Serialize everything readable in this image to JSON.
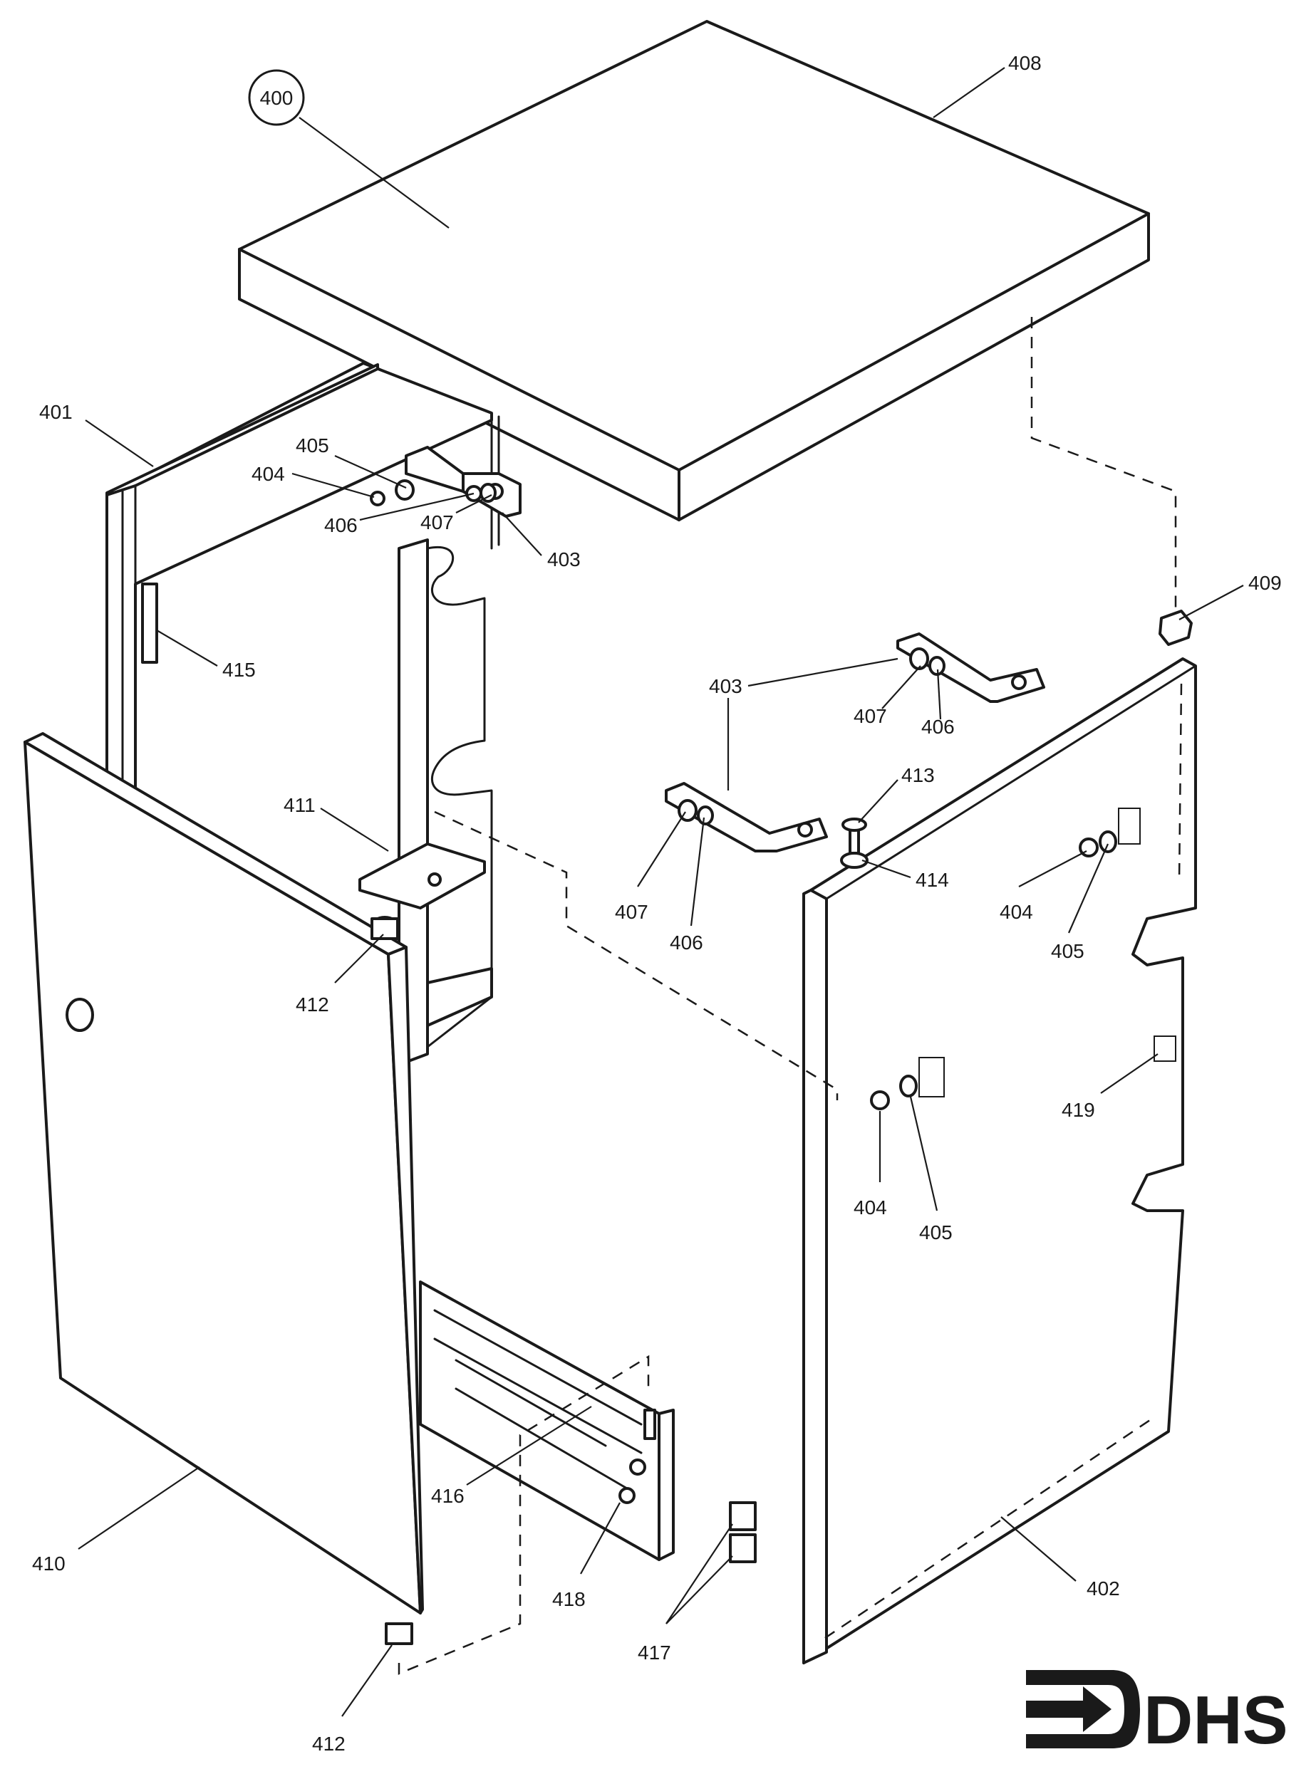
{
  "figure": {
    "assembly_callout": "400",
    "labels": {
      "top_panel": "408",
      "left_side_panel": "401",
      "right_side_panel": "402",
      "door": "410",
      "upper_bracket": "403",
      "right_bracket_upper": "403",
      "screw_a": "404",
      "washer_a": "405",
      "nut_a": "406",
      "washer_b": "407",
      "upper_nut": "406",
      "upper_washer": "407",
      "lower_nut": "406",
      "lower_washer": "407",
      "handle": "415",
      "hinge": "411",
      "door_pivot_top": "412",
      "door_pivot_bottom": "412",
      "plug": "409",
      "pin": "413",
      "pin_washer": "414",
      "screw_b": "404",
      "washer_c": "405",
      "screw_c": "404",
      "washer_d": "405",
      "magnet": "419",
      "plinth": "416",
      "plinth_screw": "418",
      "clips": "417"
    }
  },
  "logo": {
    "text": "DHS",
    "icon": "arrow-into-bracket-icon"
  }
}
